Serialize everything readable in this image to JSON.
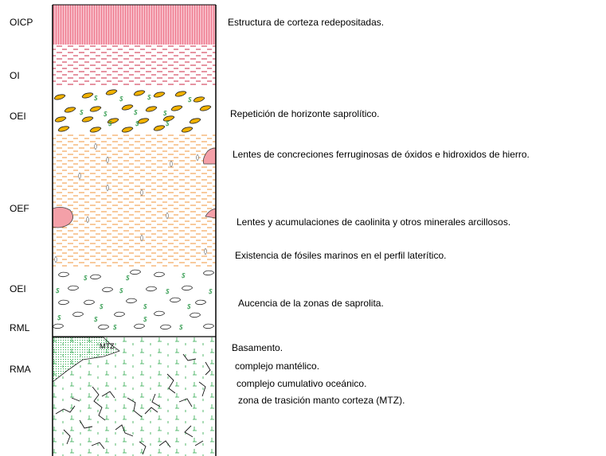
{
  "layer_codes": [
    "OICP",
    "OI",
    "OEI",
    "OEF",
    "OEI",
    "RML",
    "RMA"
  ],
  "descriptions": [
    "Estructura de corteza redepositadas.",
    "Repetición de horizonte saprolítico.",
    "Lentes de concreciones ferruginosas de óxidos e hidroxidos de hierro.",
    "Lentes y acumulaciones de caolinita y otros minerales arcillosos.",
    "Existencia de fósiles marinos en el perfil laterítico.",
    "Aucencia de la zonas de saprolita.",
    "Basamento.",
    "complejo mantélico.",
    "complejo cumulativo oceánico.",
    "zona de trasición manto corteza (MTZ)."
  ],
  "inset_label": "MTZ",
  "symbols": {
    "saprolite_mark": "$",
    "fossil_mark": "ʃ",
    "basement_mark": "⊥"
  },
  "colors": {
    "oicp_fill": "#f7b8c4",
    "oicp_hatch": "#e8506a",
    "oi_dash": "#c8102e",
    "oef_dash": "#f08a24",
    "ferruginous_lens": "#f4a0a8",
    "concretion_fill": "#f2b200",
    "saprolite_sign": "#1a8f3a",
    "basement_tick": "#2aa84a",
    "mtz_dot": "#2aa84a"
  }
}
